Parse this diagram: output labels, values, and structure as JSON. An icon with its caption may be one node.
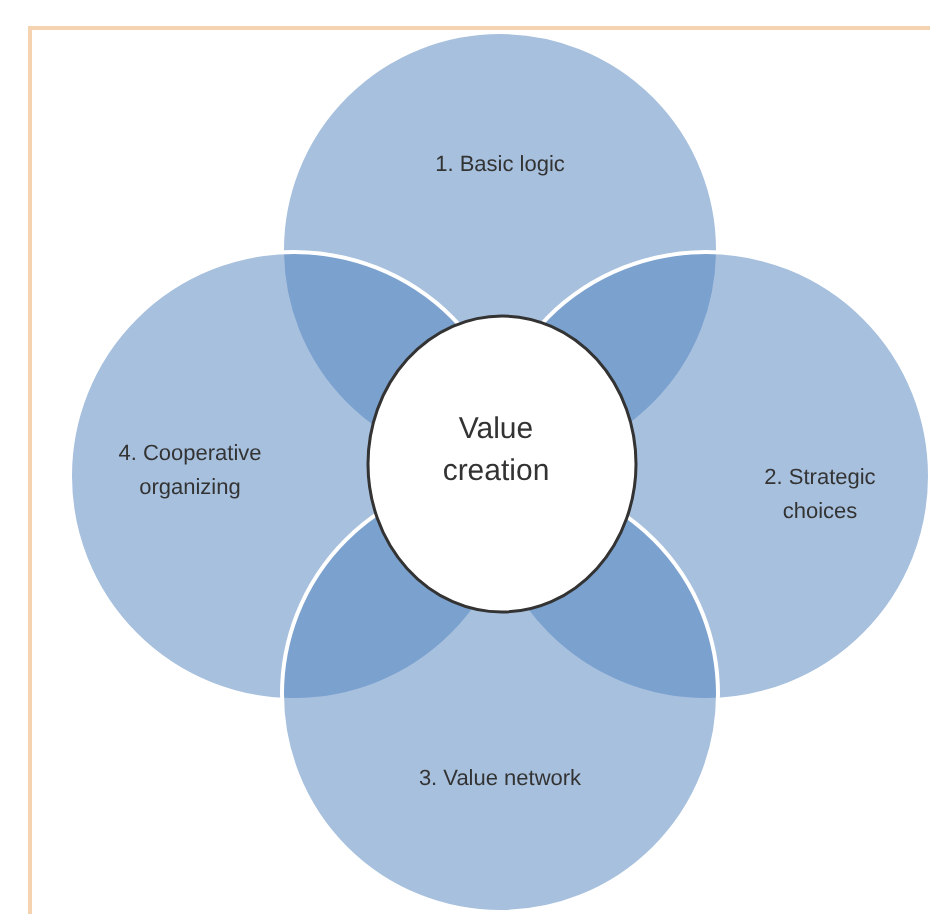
{
  "diagram": {
    "nodes": [
      {
        "text": [
          "1. Basic logic"
        ]
      },
      {
        "text": [
          "4. Cooperative organizing"
        ]
      },
      {
        "text": [
          "2. Strategic choices"
        ]
      },
      {
        "text": [
          "3. Value network"
        ]
      },
      {
        "text": [
          "Value creation"
        ]
      }
    ]
  }
}
